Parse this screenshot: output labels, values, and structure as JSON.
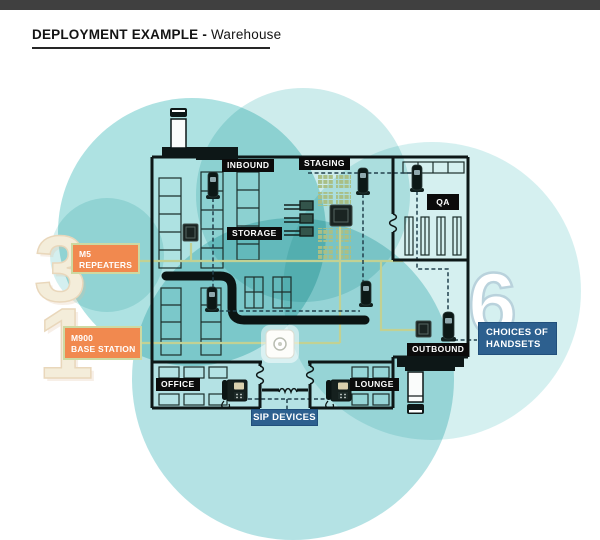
{
  "header": {
    "title_bold": "DEPLOYMENT EXAMPLE -",
    "title_regular": "Warehouse"
  },
  "areas": {
    "inbound": "INBOUND",
    "staging": "STAGING",
    "storage": "STORAGE",
    "qa": "QA",
    "outbound": "OUTBOUND",
    "office": "OFFICE",
    "lounge": "LOUNGE"
  },
  "callouts": {
    "repeaters": {
      "count": "3",
      "line1": "M5",
      "line2": "REPEATERS"
    },
    "base_station": {
      "count": "1",
      "line1": "M900",
      "line2": "BASE STATION"
    },
    "handsets": {
      "count": "6",
      "line1": "CHOICES OF",
      "line2": "HANDSETS"
    },
    "sip_devices": {
      "label": "SIP DEVICES"
    }
  },
  "icons": {
    "handset": "cordless-handset-icon",
    "repeater": "repeater-icon",
    "base_station": "base-station-icon",
    "desk_phone": "sip-desk-phone-icon",
    "truck": "truck-icon",
    "pallet": "pallet-icon",
    "pallet_jack": "pallet-jack-icon",
    "door": "door-swing-icon",
    "coverage": "coverage-circle"
  },
  "colors": {
    "accent_orange": "#f1894f",
    "accent_blue": "#2d608f",
    "wire_green": "#c2d193",
    "coverage_teal": "#7dd0d0",
    "wall_black": "#0d1717",
    "dashed_path": "#22404d",
    "pallet_green": "#a9bf86",
    "number_cream": "#f4edda",
    "topbar_gray": "#404040"
  }
}
